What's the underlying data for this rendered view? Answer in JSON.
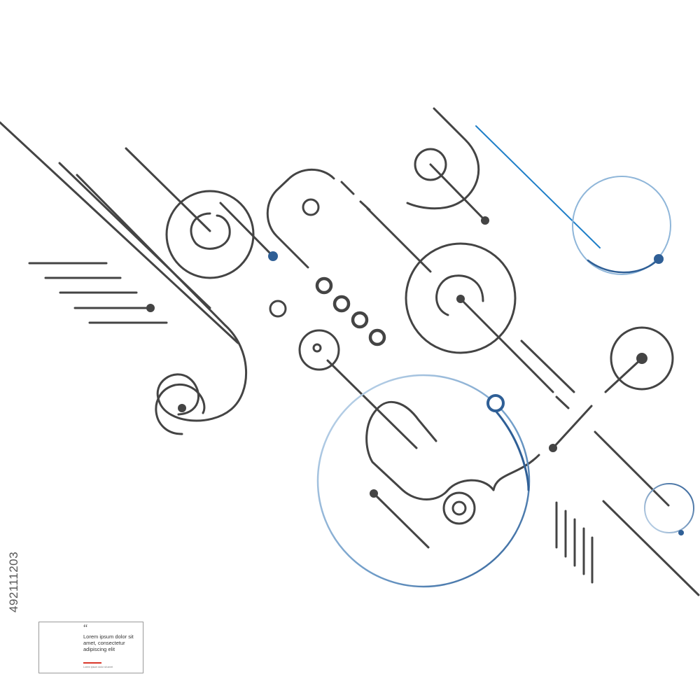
{
  "artwork": {
    "colors": {
      "line": "#444444",
      "accent": "#2f5f96",
      "accent_light": "#8fb6d9",
      "accent_bright": "#1f7fc8"
    }
  },
  "stock_id": "492111203",
  "quote_card": {
    "mark": "“",
    "text": "Lorem ipsum dolor sit amet, consectetur adipiscing elit",
    "footer": "Lorem ipsum dolor sit amet",
    "bar_color": "#d9372a"
  }
}
